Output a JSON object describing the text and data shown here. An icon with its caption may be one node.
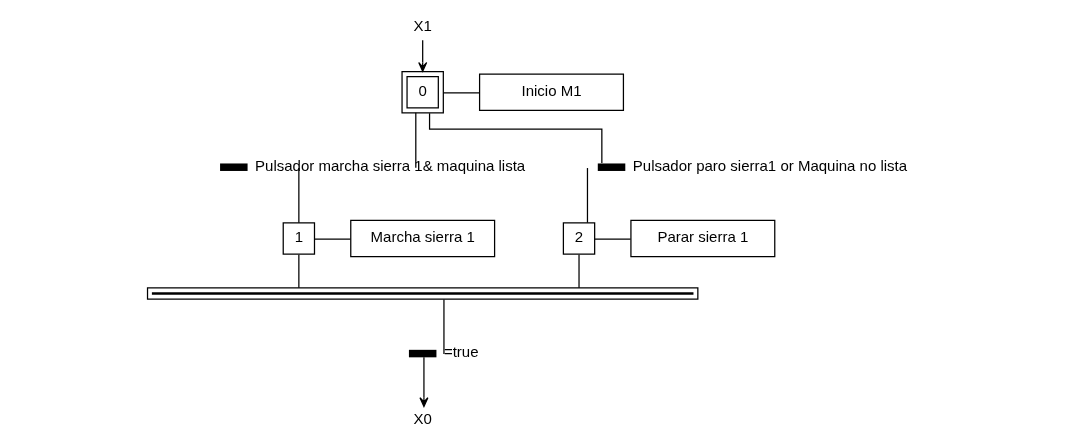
{
  "diagram": {
    "nodes": [
      {
        "text": [
          "X1"
        ]
      },
      {
        "text": [
          "0"
        ]
      },
      {
        "text": [
          "Inicio M1"
        ]
      },
      {
        "text": [],
        "shape": "bar",
        "beside": [
          "Pulsador marcha sierra 1& maquina lista"
        ]
      },
      {
        "text": [],
        "shape": "bar",
        "beside": [
          "Pulsador paro sierra1 or Maquina no lista"
        ]
      },
      {
        "text": [
          "1"
        ]
      },
      {
        "text": [
          "Marcha sierra 1"
        ]
      },
      {
        "text": [
          "2"
        ]
      },
      {
        "text": [
          "Parar sierra 1"
        ]
      },
      {
        "text": [],
        "shape": "line"
      },
      {
        "text": [],
        "shape": "bar",
        "beside": [
          "=true"
        ]
      },
      {
        "text": [
          "X0"
        ]
      }
    ],
    "edges": [
      {
        "from": 0,
        "to": 1,
        "arrow": "to"
      },
      {
        "from": 1,
        "to": 2,
        "arrow": "none"
      },
      {
        "from": 1,
        "to": 3,
        "arrow": "none"
      },
      {
        "from": 1,
        "to": 4,
        "arrow": "none"
      },
      {
        "from": 3,
        "to": 5,
        "arrow": "none"
      },
      {
        "from": 4,
        "to": 7,
        "arrow": "none"
      },
      {
        "from": 5,
        "to": 6,
        "arrow": "none"
      },
      {
        "from": 7,
        "to": 8,
        "arrow": "none"
      },
      {
        "from": 5,
        "to": 9,
        "arrow": "none"
      },
      {
        "from": 7,
        "to": 9,
        "arrow": "none"
      },
      {
        "from": 9,
        "to": 10,
        "arrow": "none"
      },
      {
        "from": 10,
        "to": 11,
        "arrow": "to"
      }
    ]
  }
}
